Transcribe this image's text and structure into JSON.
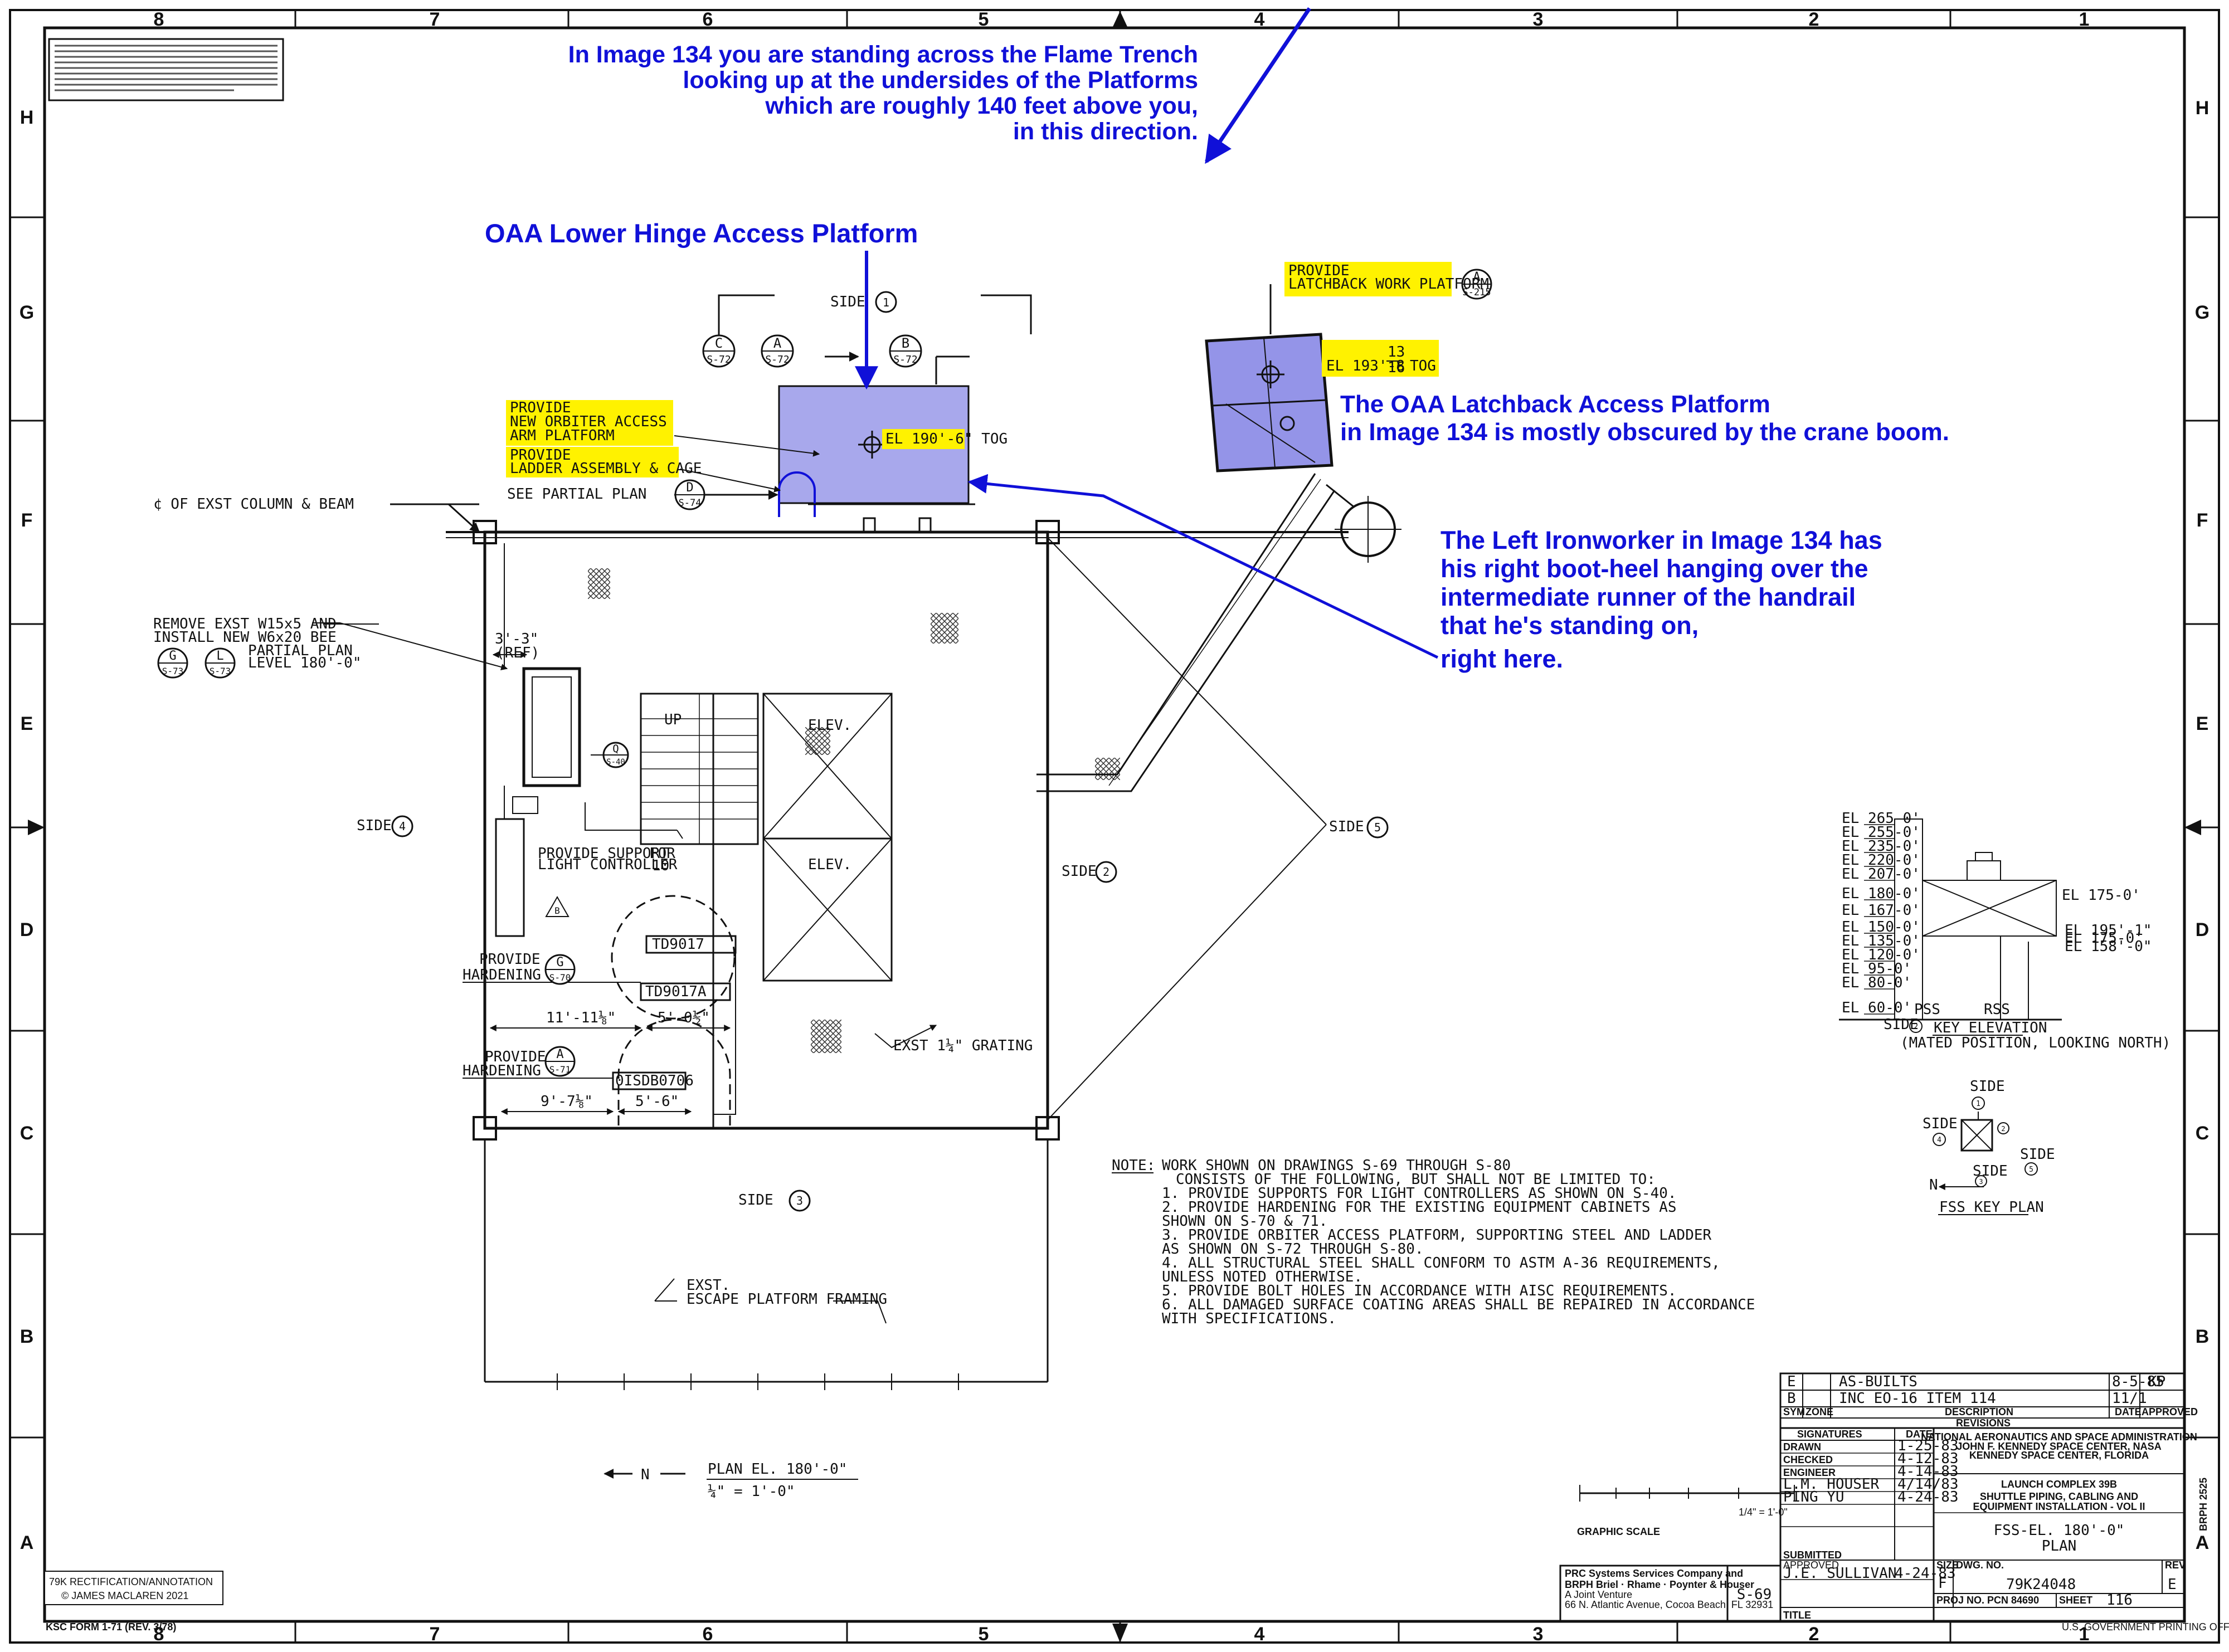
{
  "zones": {
    "columns_top": [
      "8",
      "7",
      "6",
      "5",
      "4",
      "3",
      "2",
      "1"
    ],
    "columns_bottom": [
      "8",
      "7",
      "6",
      "5",
      "4",
      "3",
      "2",
      "1"
    ],
    "rows_left": [
      "H",
      "G",
      "F",
      "E",
      "D",
      "C",
      "B",
      "A"
    ],
    "rows_right": [
      "H",
      "G",
      "F",
      "E",
      "D",
      "C",
      "B",
      "A"
    ]
  },
  "annotations": {
    "flame_trench": [
      "In Image 134 you are standing across the Flame Trench",
      "looking up at the undersides of the Platforms",
      "which are roughly 140 feet above you,",
      "in this direction."
    ],
    "lower_hinge": "OAA Lower Hinge Access Platform",
    "latchback": [
      "The OAA Latchback Access Platform",
      "in Image 134 is mostly obscured by the crane boom."
    ],
    "ironworker": [
      "The Left Ironworker in Image 134 has",
      "his right boot-heel hanging over the",
      "intermediate runner of the handrail",
      "that he's standing on,",
      "right here."
    ]
  },
  "highlights": {
    "new_orbiter": [
      "PROVIDE",
      "NEW ORBITER ACCESS",
      "ARM PLATFORM"
    ],
    "ladder": [
      "PROVIDE",
      "LADDER ASSEMBLY & CAGE"
    ],
    "el_190": "EL 190'-6\" TOG",
    "latchback_work": [
      "PROVIDE",
      "LATCHBACK WORK PLATFORM"
    ],
    "el_193_main": "EL 193'-8",
    "el_193_frac_num": "13",
    "el_193_frac_den": "16",
    "el_193_tog": "TOG"
  },
  "labels": {
    "side1": "SIDE",
    "side1_num": "1",
    "side2": "SIDE",
    "side2_num": "2",
    "side3": "SIDE",
    "side3_num": "3",
    "side4": "SIDE",
    "side4_num": "4",
    "side5": "SIDE",
    "side5_num": "5",
    "bubble_c": "C",
    "bubble_a": "A",
    "bubble_b": "B",
    "bubble_ref": "S-72",
    "bubble_latch": "A",
    "bubble_latch_ref": "S-215",
    "see_partial": "SEE PARTIAL PLAN",
    "see_partial_bubble": "D",
    "see_partial_ref": "S-74",
    "cl_column": "¢ OF EXST COLUMN & BEAM",
    "remove": [
      "REMOVE EXST W15x5 AND",
      "INSTALL NEW W6x20 BEE",
      "PARTIAL PLAN",
      "LEVEL 180'-0\""
    ],
    "bubble_g": "G",
    "bubble_l": "L",
    "bubble_s73": "S-73",
    "dim_33": "3'-3\"",
    "dim_ref": "(REF)",
    "elev1": "ELEV.",
    "elev2": "ELEV.",
    "bubble_q": "Q",
    "bubble_s40": "S-40",
    "up": "UP",
    "provide_support": [
      "PROVIDE SUPPORT",
      "LIGHT CONTROLLER"
    ],
    "for": "FOR",
    "for_num": "10",
    "triangle_b": "B",
    "td9017": "TD9017",
    "td9017a": "TD9017A",
    "td_small": "0ISDB0706",
    "provide_hardening_g": [
      "PROVIDE",
      "HARDENING"
    ],
    "bubble_hard_g": "G",
    "bubble_s70": "S-70",
    "provide_hardening_a": [
      "PROVIDE",
      "HARDENING"
    ],
    "bubble_hard_a": "A",
    "bubble_s71": "S-71",
    "dim_11": "11'-11⅛\"",
    "dim_5a": "5'-0½\"",
    "dim_9": "9'-7⅛\"",
    "dim_5b": "5'-6\"",
    "grating": "EXST 1¼\" GRATING",
    "escape": [
      "EXST.",
      "ESCAPE PLATFORM FRAMING"
    ],
    "plan_title": "PLAN EL. 180'-0\"",
    "plan_scale": "¼\" = 1'-0\"",
    "north": "N",
    "graphic_scale": "GRAPHIC SCALE",
    "scale_note": "1/4\" = 1'-0\""
  },
  "note": {
    "head": "NOTE:",
    "lines": [
      "WORK SHOWN ON DRAWINGS S-69 THROUGH S-80",
      "CONSISTS OF THE FOLLOWING, BUT SHALL NOT BE LIMITED TO:",
      "1. PROVIDE SUPPORTS FOR LIGHT CONTROLLERS AS SHOWN ON S-40.",
      "2. PROVIDE HARDENING FOR THE EXISTING EQUIPMENT CABINETS AS",
      "    SHOWN ON S-70 & 71.",
      "3. PROVIDE ORBITER ACCESS PLATFORM, SUPPORTING STEEL AND LADDER",
      "    AS SHOWN ON S-72 THROUGH S-80.",
      "4. ALL STRUCTURAL STEEL SHALL CONFORM TO ASTM A-36 REQUIREMENTS,",
      "    UNLESS NOTED OTHERWISE.",
      "5. PROVIDE BOLT HOLES IN ACCORDANCE WITH AISC REQUIREMENTS.",
      "6. ALL DAMAGED SURFACE COATING AREAS SHALL BE REPAIRED IN ACCORDANCE",
      "    WITH SPECIFICATIONS."
    ]
  },
  "key_elevation": {
    "levels": [
      "EL 265-0'",
      "EL 255-0'",
      "EL 235-0'",
      "EL 220-0'",
      "EL 207-0'",
      "EL 180-0'",
      "EL 167-0'",
      "EL 150-0'",
      "EL 135-0'",
      "EL 120-0'",
      "EL 95-0'",
      "EL 80-0'",
      "EL 60-0'"
    ],
    "right_levels": [
      "EL 175-0'",
      "EL 195'-1\"",
      "EL 175-0'",
      "EL 158'-0\""
    ],
    "pss": "PSS",
    "rss": "RSS",
    "side": "SIDE",
    "side_num": "2",
    "title": "KEY ELEVATION",
    "sub": "(MATED POSITION, LOOKING NORTH)"
  },
  "key_plan": {
    "title": "FSS KEY PLAN",
    "side": "SIDE",
    "n1": "1",
    "n2": "2",
    "n3": "3",
    "n4": "4",
    "n5": "5",
    "north": "N"
  },
  "revisions": {
    "rows": [
      {
        "sym": "E",
        "desc": "AS-BUILTS",
        "date": "8-5-85",
        "appr": "KP"
      },
      {
        "sym": "B",
        "desc": "INC EO-16 ITEM 114",
        "date": "11/1",
        "appr": ""
      }
    ],
    "hdr_sym": "SYM",
    "hdr_zone": "ZONE",
    "hdr_desc": "DESCRIPTION",
    "hdr_date": "DATE",
    "hdr_appr": "APPROVED",
    "title": "REVISIONS"
  },
  "title_block": {
    "sig_hdr": "SIGNATURES",
    "date_hdr": "DATE",
    "drawn": "DRAWN",
    "drawn_date": "1-25-83",
    "checked": "CHECKED",
    "checked_date": "4-12-83",
    "engineer": "ENGINEER",
    "engineer_date": "4-14-83",
    "lm": "L.M. HOUSER",
    "lm_date": "4/14/83",
    "ping": "PING YU",
    "ping_date": "4-24-83",
    "submitted": "SUBMITTED",
    "approved": "APPROVED",
    "approved_name": "J.E. SULLIVAN",
    "approved_date": "4-24-83",
    "nasa": "NATIONAL AERONAUTICS AND SPACE ADMINISTRATION",
    "ksc": "JOHN F. KENNEDY SPACE CENTER, NASA",
    "ksc2": "KENNEDY SPACE CENTER, FLORIDA",
    "lc": "LAUNCH COMPLEX 39B",
    "project": [
      "SHUTTLE PIPING, CABLING AND",
      "EQUIPMENT INSTALLATION - VOL II"
    ],
    "dwg_title": [
      "FSS-EL. 180'-0\"",
      "PLAN"
    ],
    "size_lbl": "SIZE",
    "size": "F",
    "dwg_no_lbl": "DWG. NO.",
    "dwg_no": "79K24048",
    "rev_lbl": "REV",
    "rev": "E",
    "proj_no": "PROJ NO. PCN 84690",
    "sheet_lbl": "SHEET",
    "sheet": "116",
    "title_lbl": "TITLE",
    "prc": [
      "PRC Systems Services Company and",
      "BRPH Briel · Rhame · Poynter & Houser",
      "A Joint Venture",
      "66 N. Atlantic Avenue, Cocoa Beach, FL 32931"
    ],
    "sheet_code": "S-69",
    "side_code": "BRPH 2525"
  },
  "corner": {
    "line1": "79K RECTIFICATION/ANNOTATION",
    "line2": "© JAMES MACLAREN 2021",
    "ksc_form": "KSC FORM 1-71 (REV. 3/78)",
    "printing": "U.S. GOVERNMENT PRINTING OFFICE"
  },
  "colors": {
    "annotation_blue": "#1010d8",
    "platform_fill": "#a8a8ec",
    "highlight_yellow": "#fff200",
    "ink": "#111111"
  }
}
